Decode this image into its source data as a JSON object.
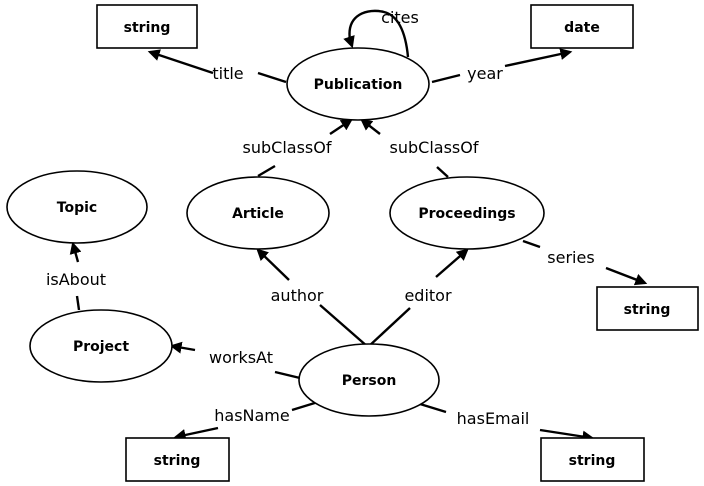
{
  "nodes": {
    "publication": "Publication",
    "article": "Article",
    "proceedings": "Proceedings",
    "topic": "Topic",
    "project": "Project",
    "person": "Person",
    "literal_title": "string",
    "literal_year": "date",
    "literal_series": "string",
    "literal_hasname": "string",
    "literal_hasemail": "string"
  },
  "edges": {
    "cites": "cites",
    "title": "title",
    "year": "year",
    "subclassof_article": "subClassOf",
    "subclassof_proceedings": "subClassOf",
    "series": "series",
    "isabout": "isAbout",
    "author": "author",
    "editor": "editor",
    "worksat": "worksAt",
    "hasname": "hasName",
    "hasemail": "hasEmail"
  }
}
